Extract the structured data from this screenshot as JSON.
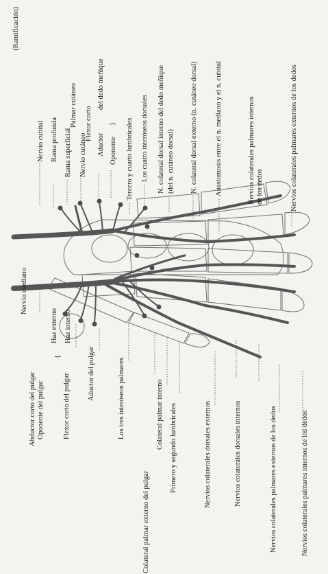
{
  "labels": {
    "header_fragment": "(Ramificación)",
    "nervio_mediano": "Nervio mediano",
    "abductor_corto": "Abductor corto del pulgar",
    "oponente_pulgar": "Oponente del pulgar",
    "flexor_corto_pulgar": "Flexor corto del pulgar",
    "haz_externo": "Haz externo",
    "haz_interno": "Haz interno",
    "aductor_pulgar": "Aductor del pulgar",
    "interoseos_palmares": "Los tres interóseos palmares",
    "colateral_palmar_externo_pulgar": "Colateral palmar externo del pulgar",
    "colateral_palmar_interno": "Colateral palmar interno",
    "primero_segundo_lumbricales": "Primero y segundo lumbricales",
    "colaterales_dorsales_externos": "Nervios colaterales dorsales externos",
    "colaterales_dorsales_internos": "Nervios colaterales dorsales internos",
    "colaterales_palmares_externos": "Nervios colaterales palmares externos de los dedos",
    "colaterales_palmares_internos": "Nervios colaterales palmares internos de los dedos",
    "nervio_cubital": "Nervio cubital",
    "rama_profunda": "Rama profunda",
    "rama_superficial": "Rama superficial",
    "nervio_cutaneo": "Nervio cutáneo",
    "palmar_cutaneo": "Palmar cutáneo",
    "flexor_corto": "Flexor corto",
    "aductor": "Aductor",
    "oponente": "Oponente",
    "del_dedo_menique": "del dedo meñique",
    "tercero_cuarto_lumbricales": "Tercero y cuarto lumbricales",
    "cuatro_interoseos_dorsales": "Los cuatro interóseos dorsales",
    "colateral_dorsal_interno_menique": "N. colateral dorsal interno del dedo meñique",
    "del_n_cutaneo_dorsal": "(del n. cutáneo dorsal)",
    "colateral_dorsal_externo": "N. colateral dorsal externo (n. cutáneo dorsal)",
    "anastomosis": "Anastomosis entre el n. mediano y el n. cubital",
    "colaterales_palmares_internos_right_1": "Nervios colaterales palmares internos",
    "colaterales_palmares_internos_right_2": "de los dedos",
    "colaterales_palmares_externos_right": "Nervios colaterales palmares externos de los dedos"
  },
  "colors": {
    "nerve": "#555555",
    "bone": "#6e6e6e",
    "paper": "#f4f3ef",
    "text": "#1d1d1d"
  }
}
